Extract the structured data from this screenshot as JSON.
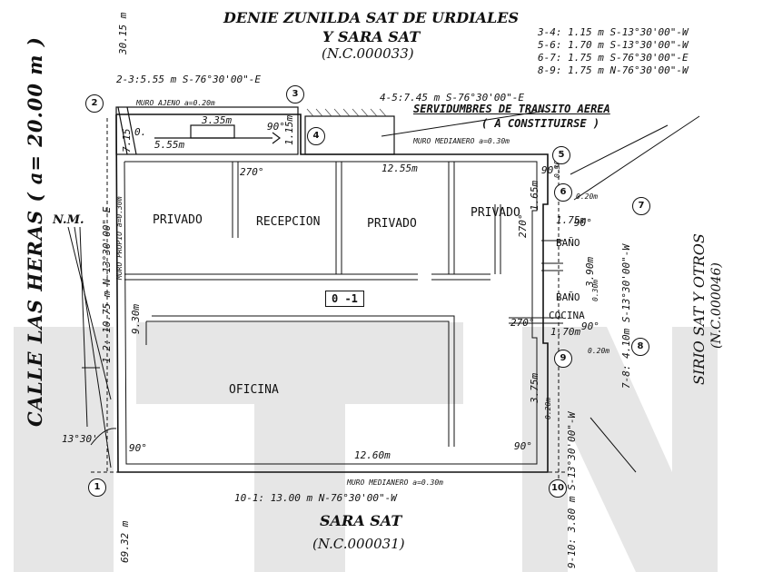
{
  "header": {
    "owner_line1": "DENIE ZUNILDA SAT DE URDIALES",
    "owner_line2": "Y SARA SAT",
    "owner_nc": "(N.C.000033)"
  },
  "bearings_table": [
    "3-4: 1.15 m  S-13°30'00\"-W",
    "5-6: 1.70 m  S-13°30'00\"-W",
    "6-7: 1.75 m  S-76°30'00\"-E",
    "8-9: 1.75 m  N-76°30'00\"-W"
  ],
  "edges": {
    "e23": "2-3:5.55 m  S-76°30'00\"-E",
    "e45": "4-5:7.45 m  S-76°30'00\"-E",
    "e12": "1-2: 10.75 m  N-13°30'00\"-E",
    "e78": "7-8: 4.10m S-13°30'00\"-W",
    "e910": "9-10: 3.80 m S-13°30'00\"-W",
    "e101": "10-1: 13.00 m  N-76°30'00\"-W"
  },
  "side_measures": {
    "top": "30.15 m",
    "bottom": "69.32 m"
  },
  "labels": {
    "servidumbre": "SERVIDUMBRES DE TRANSITO AEREA",
    "constituirse": "( A CONSTITUIRSE )",
    "muro_ajeno": "MURO AJENO a=0.20m",
    "muro_medianero_top": "MURO MEDIANERO a=0.30m",
    "muro_medianero_bottom": "MURO MEDIANERO a=0.30m",
    "muro_propio": "MURO PROPIO a=0.30m",
    "calle": "CALLE  LAS HERAS  ( a= 20.00 m )",
    "nm": "N.M.",
    "unit_label": "0 -1",
    "sirio_line1": "SIRIO SAT Y OTROS",
    "sirio_line2": "(N.C.000046)",
    "sara": "SARA SAT",
    "sara_nc": "(N.C.000031)"
  },
  "rooms": {
    "privado1": "PRIVADO",
    "recepcion": "RECEPCION",
    "privado2": "PRIVADO",
    "privado3": "PRIVADO",
    "bano1": "BAÑO",
    "bano2": "BAÑO",
    "cocina": "COCINA",
    "oficina": "OFICINA"
  },
  "dimensions": {
    "d_335": "3.35m",
    "d_555": "5.55m",
    "d_115": "1.15m",
    "d_1255": "12.55m",
    "d_165": "1.65m",
    "d_030": "0.30m",
    "d_020a": "0.20m",
    "d_175": "1.75m",
    "d_390": "3.90m",
    "d_030b": "0.30m",
    "d_170": "1.70m",
    "d_020b": "0.20m",
    "d_375": "3.75m",
    "d_020c": "0.20m",
    "d_930": "9.30m",
    "d_1260": "12.60m",
    "d_715": "7.15",
    "d_0": "0."
  },
  "angles": {
    "a270a": "270°",
    "a90a": "90°",
    "a90b": "90°",
    "a270b": "270°",
    "a90c": "90°",
    "a270c": "270°",
    "a90d": "90°",
    "a90e": "90°",
    "a90f": "90°",
    "a1330": "13°30'"
  },
  "points": [
    "1",
    "2",
    "3",
    "4",
    "5",
    "6",
    "7",
    "8",
    "9",
    "10"
  ]
}
